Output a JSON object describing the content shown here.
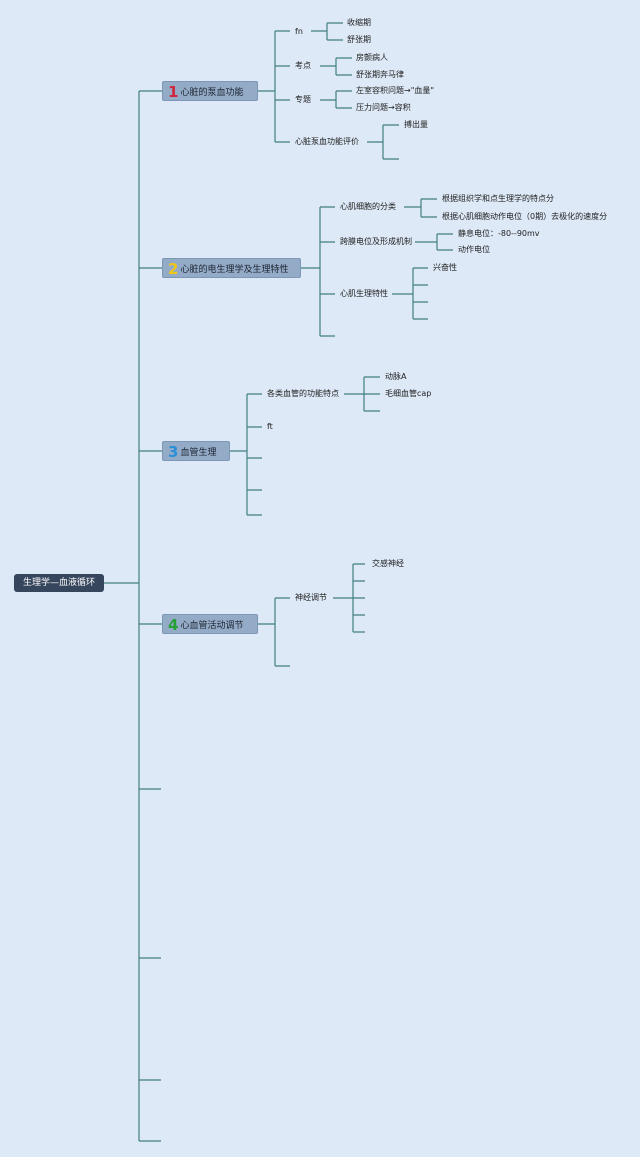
{
  "root": "生理学—血液循环",
  "topics": [
    {
      "num": "1",
      "num_color": "#d2263d",
      "label": "心脏的泵血功能",
      "children": [
        {
          "label": "fn",
          "children": [
            "收缩期",
            "舒张期"
          ]
        },
        {
          "label": "考点",
          "children": [
            "房颤病人",
            "舒张期奔马律"
          ]
        },
        {
          "label": "专题",
          "children": [
            "左室容积问题→\"血量\"",
            "压力问题→容积"
          ]
        },
        {
          "label": "心脏泵血功能评价",
          "children": [
            "搏出量"
          ]
        }
      ]
    },
    {
      "num": "2",
      "num_color": "#f0c419",
      "label": "心脏的电生理学及生理特性",
      "children": [
        {
          "label": "心肌细胞的分类",
          "children": [
            "根据组织学和点生理学的特点分",
            "根据心肌细胞动作电位（0期）去极化的速度分"
          ]
        },
        {
          "label": "跨膜电位及形成机制",
          "children": [
            "静息电位：-80--90mv",
            "动作电位"
          ]
        },
        {
          "label": "心肌生理特性",
          "children": [
            "兴奋性"
          ]
        }
      ]
    },
    {
      "num": "3",
      "num_color": "#2a8fd6",
      "label": "血管生理",
      "children": [
        {
          "label": "各类血管的功能特点",
          "children": [
            "动脉A",
            "毛细血管cap"
          ]
        },
        {
          "label": "ft",
          "children": []
        }
      ]
    },
    {
      "num": "4",
      "num_color": "#28a03a",
      "label": "心血管活动调节",
      "children": [
        {
          "label": "神经调节",
          "children": [
            "交感神经"
          ]
        }
      ]
    }
  ]
}
